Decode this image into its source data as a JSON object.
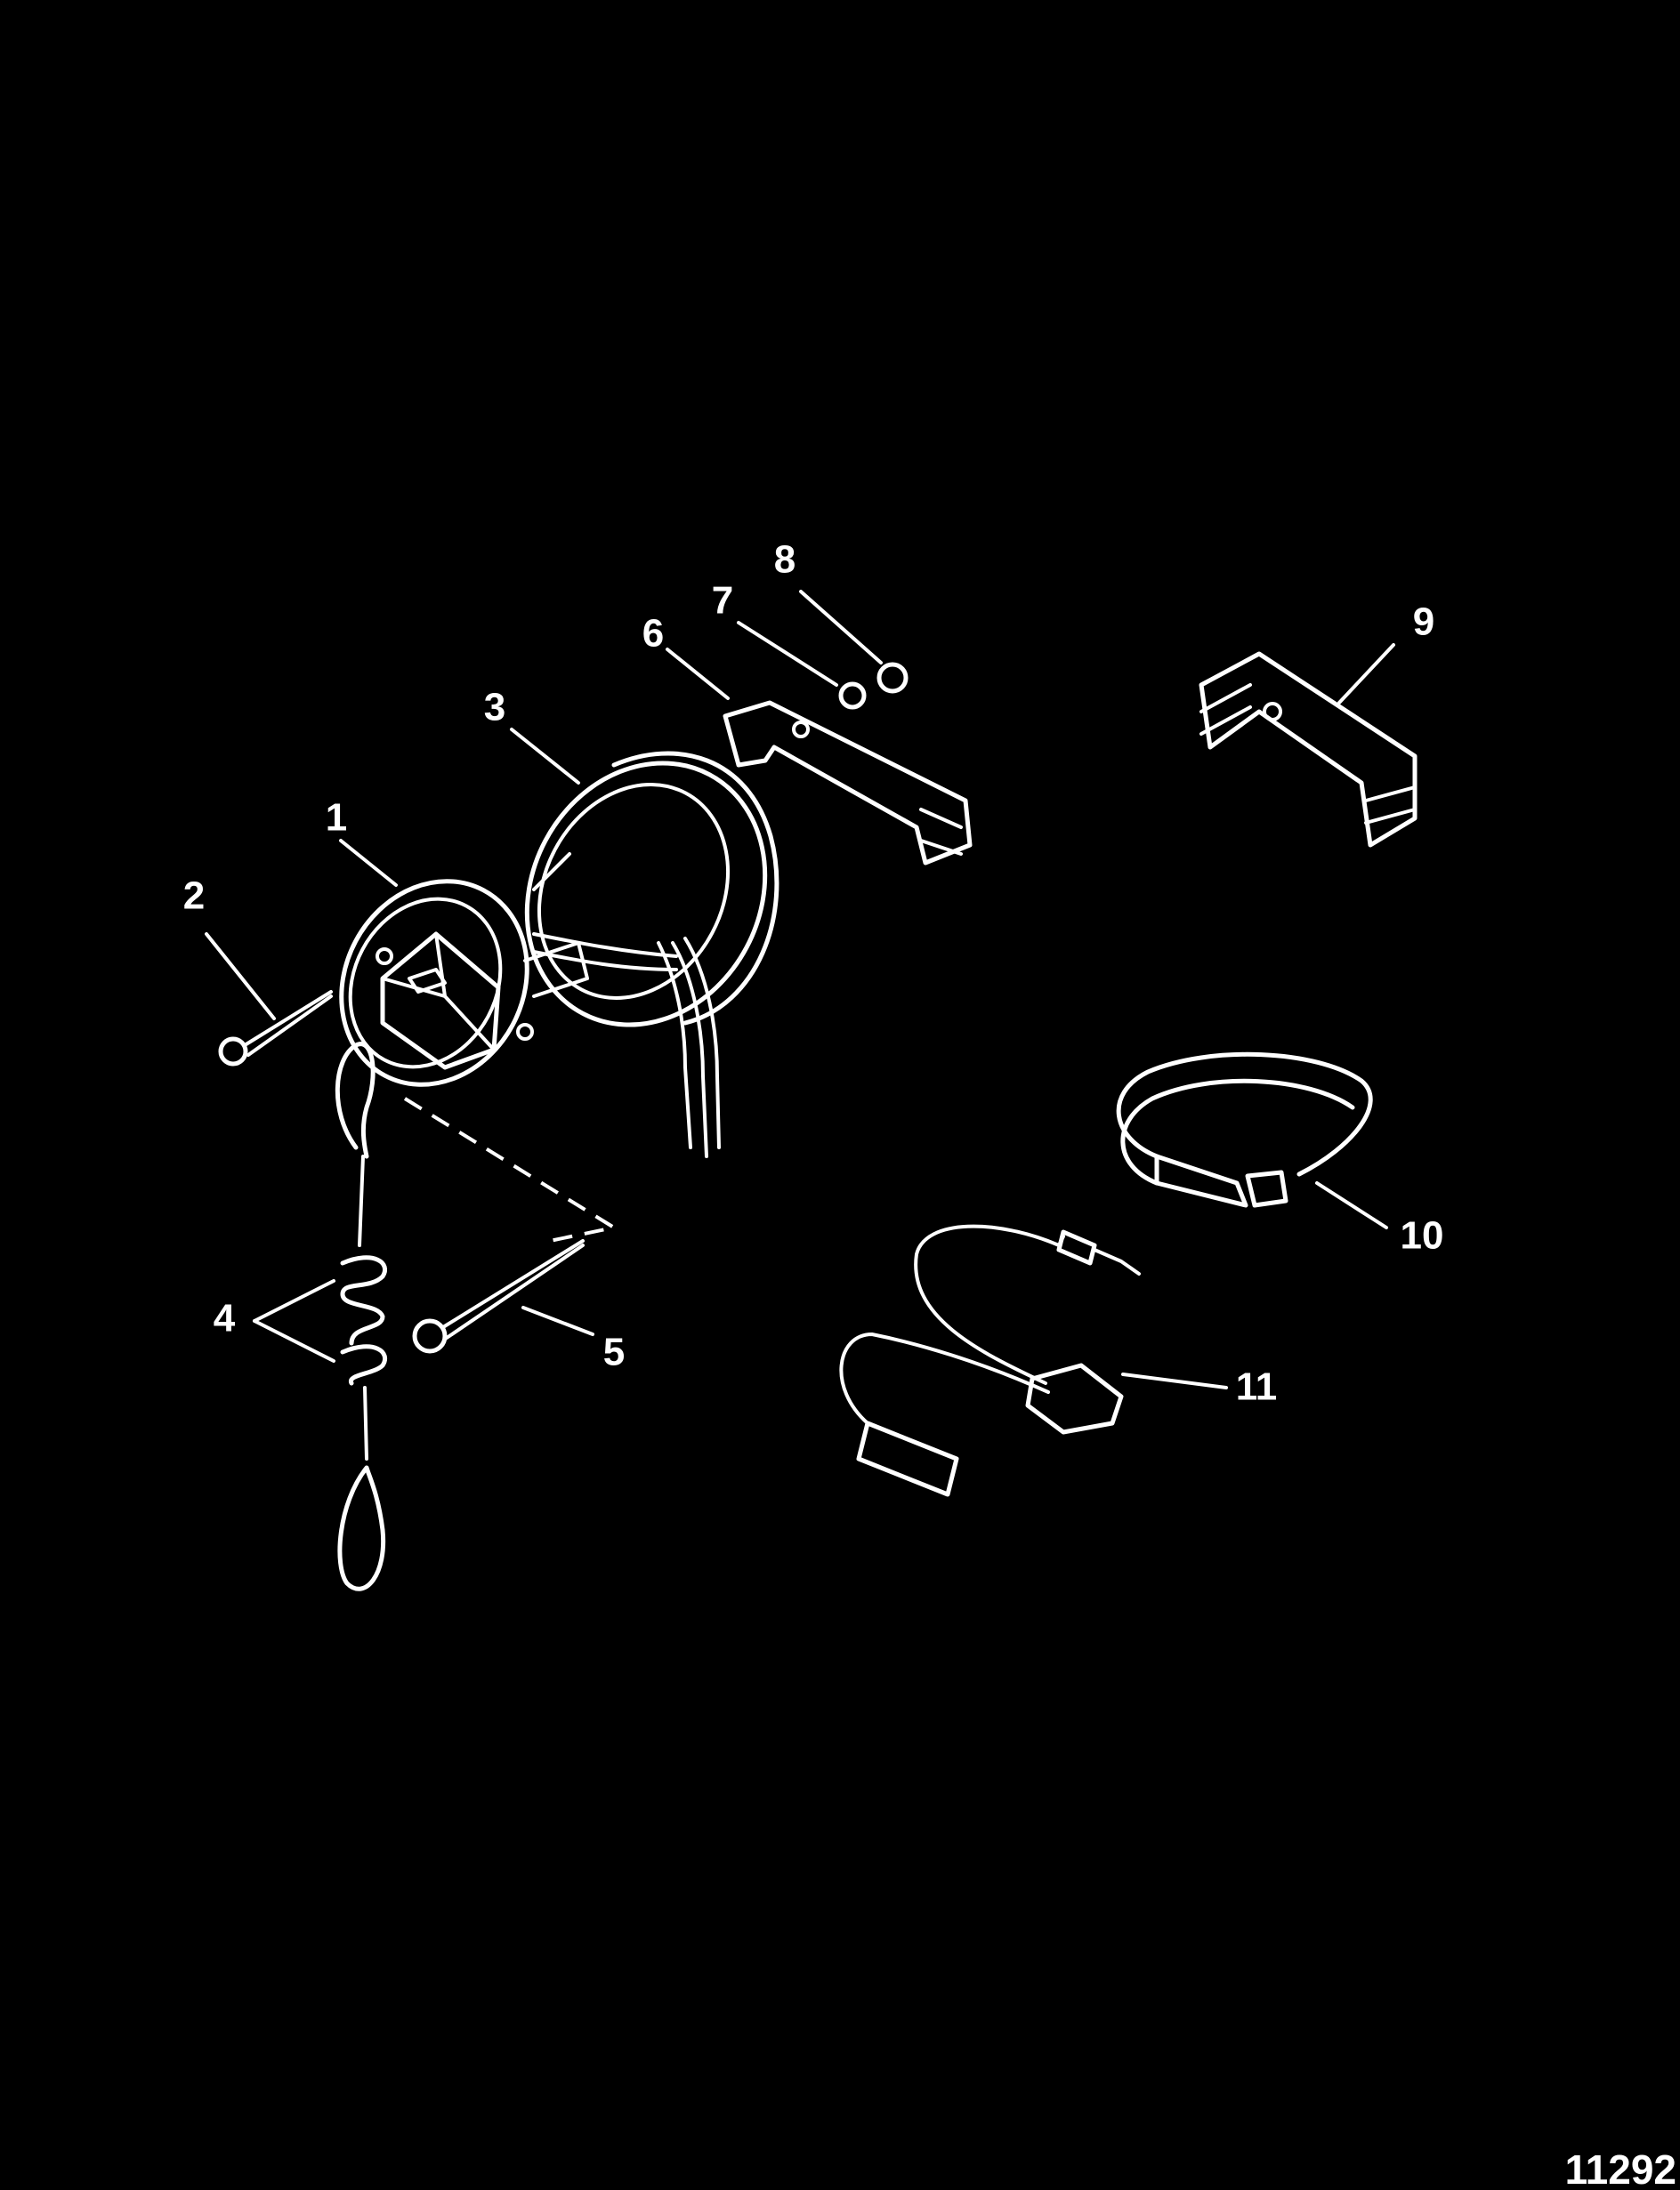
{
  "colors": {
    "background": "#000000",
    "line": "#ffffff"
  },
  "callouts": {
    "c1": "1",
    "c2": "2",
    "c3": "3",
    "c4": "4",
    "c5": "5",
    "c6": "6",
    "c7": "7",
    "c8": "8",
    "c9": "9",
    "c10": "10",
    "c11": "11"
  },
  "figure_id": "11292"
}
